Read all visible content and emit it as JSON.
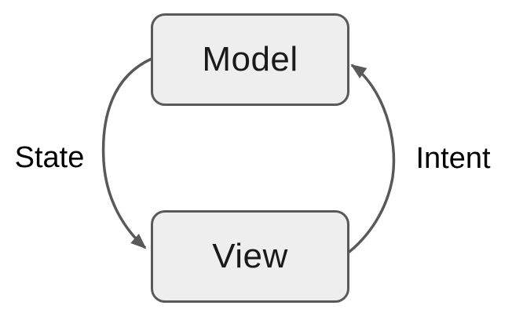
{
  "diagram": {
    "type": "cycle-diagram",
    "nodes": [
      {
        "id": "model",
        "label": "Model"
      },
      {
        "id": "view",
        "label": "View"
      }
    ],
    "edges": [
      {
        "id": "state",
        "label": "State",
        "from": "model",
        "to": "view"
      },
      {
        "id": "intent",
        "label": "Intent",
        "from": "view",
        "to": "model"
      }
    ],
    "colors": {
      "background": "#ffffff",
      "node_fill": "#eeeeee",
      "node_stroke": "#595959",
      "edge_stroke": "#595959",
      "node_text": "#1a1a1a",
      "edge_text": "#000000"
    }
  }
}
